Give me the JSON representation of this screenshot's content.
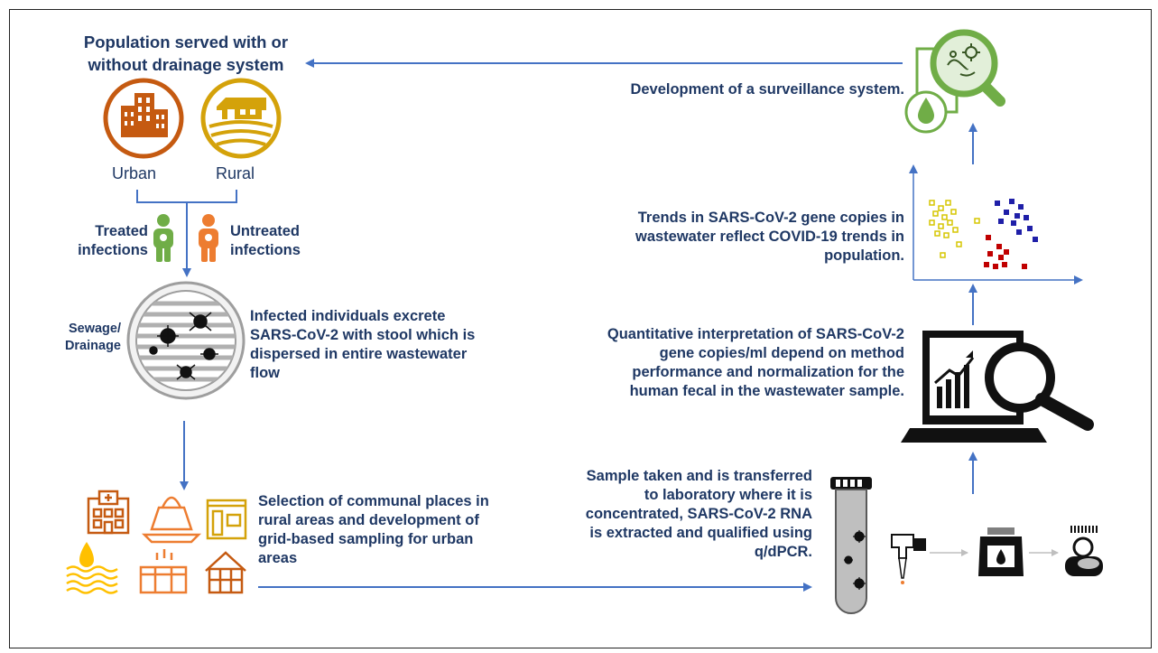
{
  "title": "Population served with or without drainage system",
  "urban_label": "Urban",
  "rural_label": "Rural",
  "treated_label": "Treated infections",
  "untreated_label": "Untreated infections",
  "sewage_label": "Sewage/ Drainage",
  "excrete_text": "Infected individuals excrete SARS-CoV-2 with stool which is dispersed in entire wastewater flow",
  "selection_text": "Selection of communal places in rural areas and development of grid-based sampling for urban areas",
  "sample_text": "Sample taken and is transferred to laboratory where it is concentrated, SARS-CoV-2 RNA is extracted and qualified using q/dPCR.",
  "quant_text": "Quantitative interpretation of SARS-CoV-2 gene copies/ml depend on method performance and normalization for the human fecal in the wastewater sample.",
  "trends_text": "Trends in SARS-CoV-2 gene copies in wastewater reflect COVID-19 trends in population.",
  "surveillance_text": "Development of a surveillance system.",
  "colors": {
    "text": "#1f3864",
    "arrow": "#4472c4",
    "urban": "#c55a11",
    "rural": "#d4a20a",
    "treated": "#70ad47",
    "untreated": "#ed7d31",
    "scatter_yellow": "#d6c600",
    "scatter_blue": "#1f1fa8",
    "scatter_red": "#c00000",
    "magnifier": "#70ad47"
  },
  "icons": [
    "city-icon",
    "farm-icon",
    "person-icon",
    "virus-icon",
    "hospital-icon",
    "shopping-bag-icon",
    "building-icon",
    "water-drop-icon",
    "roof-icon",
    "house-icon",
    "test-tube-icon",
    "pipette-icon",
    "bottle-icon",
    "pcr-machine-icon",
    "laptop-chart-icon",
    "scatter-plot-icon",
    "microbe-magnifier-icon"
  ]
}
